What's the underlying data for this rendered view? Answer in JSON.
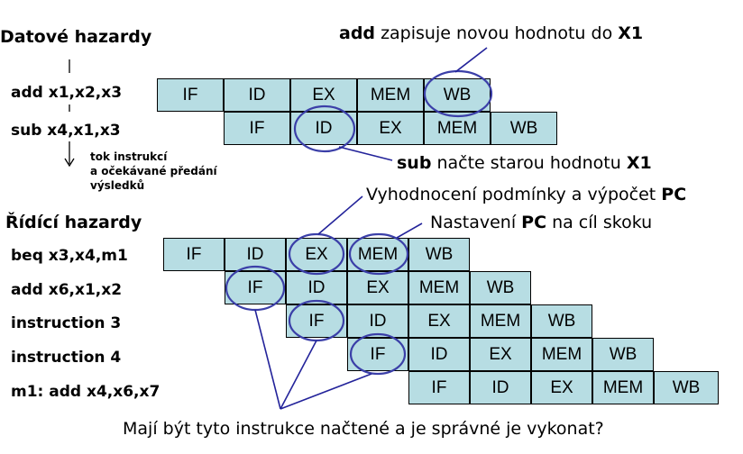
{
  "data_hazards": {
    "heading": "Datové hazardy",
    "instructions": [
      "add  x1,x2,x3",
      "sub  x4,x1,x3"
    ],
    "flow_note": [
      "tok instrukcí",
      "a očekávané předání",
      "výsledků"
    ],
    "note_write": {
      "bold1": "add",
      "text": " zapisuje novou hodnotu do ",
      "bold2": "X1"
    },
    "note_read": {
      "bold1": "sub",
      "text": " načte starou hodnotu ",
      "bold2": "X1"
    }
  },
  "control_hazards": {
    "heading": "Řídící hazardy",
    "instructions": [
      "beq x3,x4,m1",
      "add x6,x1,x2",
      "instruction 3",
      "instruction 4",
      "m1: add x4,x6,x7"
    ],
    "note_eval": {
      "text": "Vyhodnocení podmínky a výpočet ",
      "bold": "PC"
    },
    "note_set": {
      "text": "Nastavení ",
      "bold": "PC",
      "text2": " na cíl skoku"
    },
    "question": "Mají být tyto instrukce načtené a je správné je vykonat?"
  },
  "stages": [
    "IF",
    "ID",
    "EX",
    "MEM",
    "WB"
  ],
  "colors": {
    "stage_fill": "#b7dde3",
    "highlight_ellipse": "#3b3fa8",
    "line": "#23239a"
  }
}
